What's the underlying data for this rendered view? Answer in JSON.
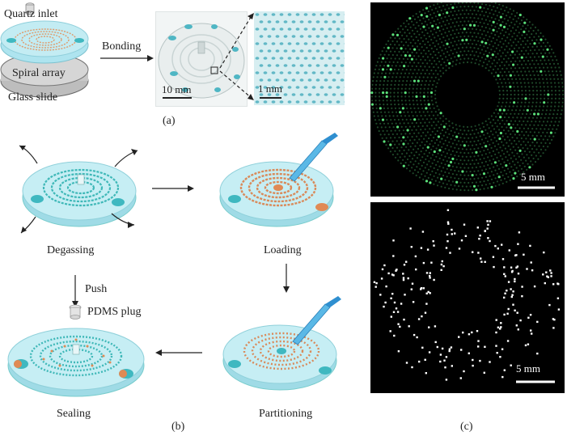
{
  "panel_a": {
    "label": "(a)",
    "quartz_inlet": "Quartz inlet",
    "spiral_array": "Spiral array",
    "glass_slide": "Glass slide",
    "bonding": "Bonding",
    "scale_10mm": "10 mm",
    "scale_1mm": "1 mm"
  },
  "panel_b": {
    "label": "(b)",
    "degassing": "Degassing",
    "loading": "Loading",
    "partitioning": "Partitioning",
    "sealing": "Sealing",
    "push": "Push",
    "pdms_plug": "PDMS plug"
  },
  "panel_c": {
    "label": "(c)",
    "scale_top": "5 mm",
    "scale_bottom": "5 mm"
  },
  "colors": {
    "chip_cyan": "#9fe0ea",
    "channel_teal": "#3fb8b8",
    "droplet_orange": "#d98a5a",
    "fluor_green": "#4fd66a",
    "bg_black": "#000000"
  }
}
